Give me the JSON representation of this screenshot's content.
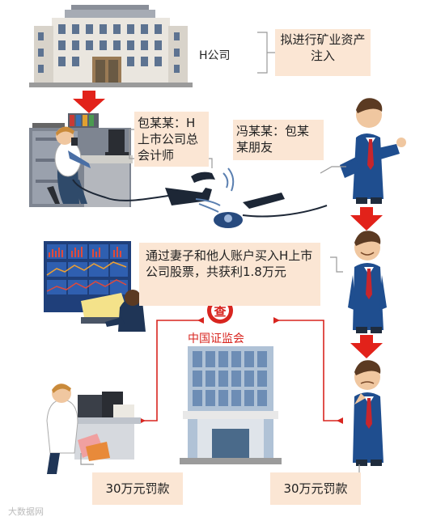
{
  "company_label": "H公司",
  "event_box": "拟进行矿业资产注入",
  "bao_box": "包某某：H上市公司总会计师",
  "feng_box": "冯某某：包某某朋友",
  "trade_box": "通过妻子和他人账户买入H上市公司股票，共获利1.8万元",
  "csrc_label": "中国证监会",
  "csrc_logo_glyph": "查",
  "fine_left": "30万元罚款",
  "fine_right": "30万元罚款",
  "watermark": "大数据网",
  "colors": {
    "box_fill": "#fbe6d4",
    "arrow_red": "#e2221a",
    "csrc_red": "#d8251f",
    "bracket": "#999999"
  }
}
